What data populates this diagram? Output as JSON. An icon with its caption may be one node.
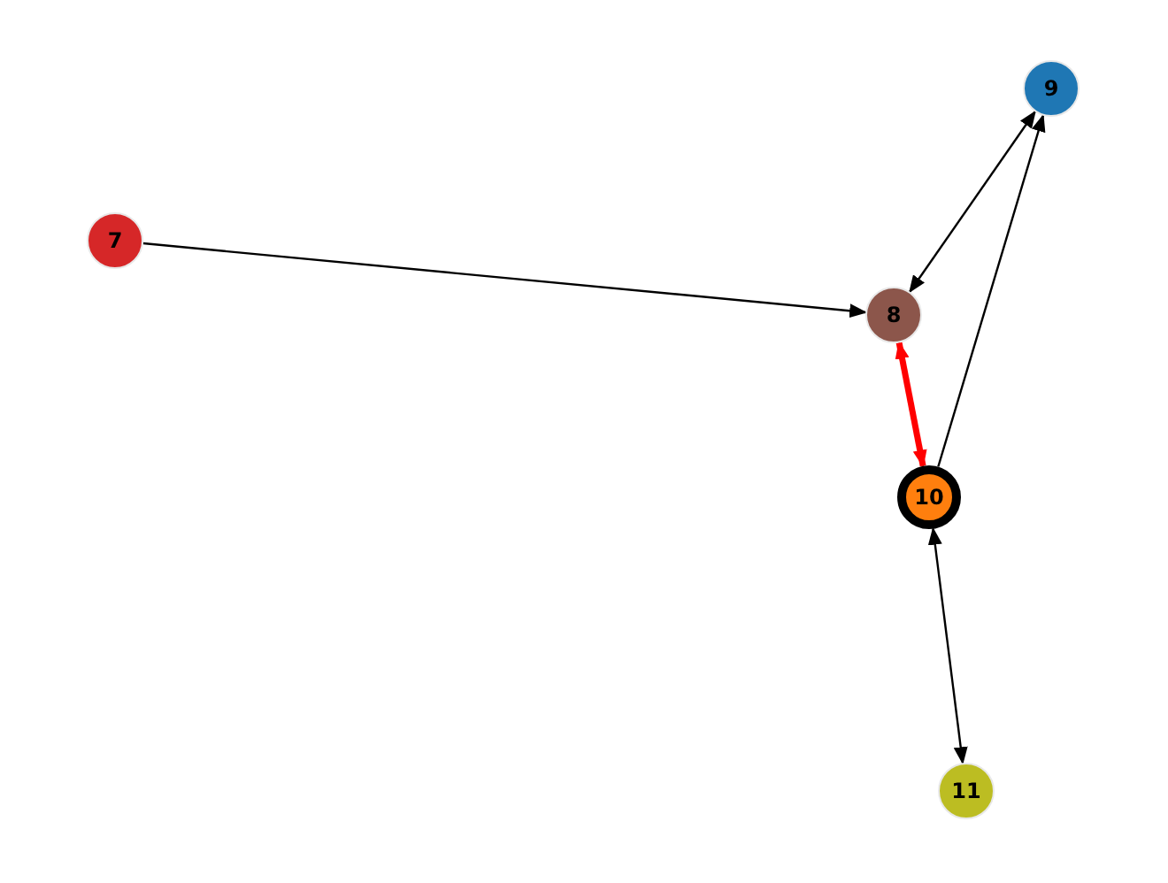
{
  "diagram": {
    "nodes": [
      {
        "text": [
          "7"
        ]
      },
      {
        "text": [
          "8"
        ]
      },
      {
        "text": [
          "9"
        ]
      },
      {
        "text": [
          "10"
        ]
      },
      {
        "text": [
          "11"
        ]
      }
    ],
    "edges": [
      {
        "from": 0,
        "to": 1,
        "arrow": "to"
      },
      {
        "from": 1,
        "to": 2,
        "arrow": "both"
      },
      {
        "from": 3,
        "to": 2,
        "arrow": "to"
      },
      {
        "from": 3,
        "to": 1,
        "arrow": "both",
        "style": "thick",
        "color": "#ff0000"
      },
      {
        "from": 3,
        "to": 4,
        "arrow": "both"
      }
    ]
  }
}
